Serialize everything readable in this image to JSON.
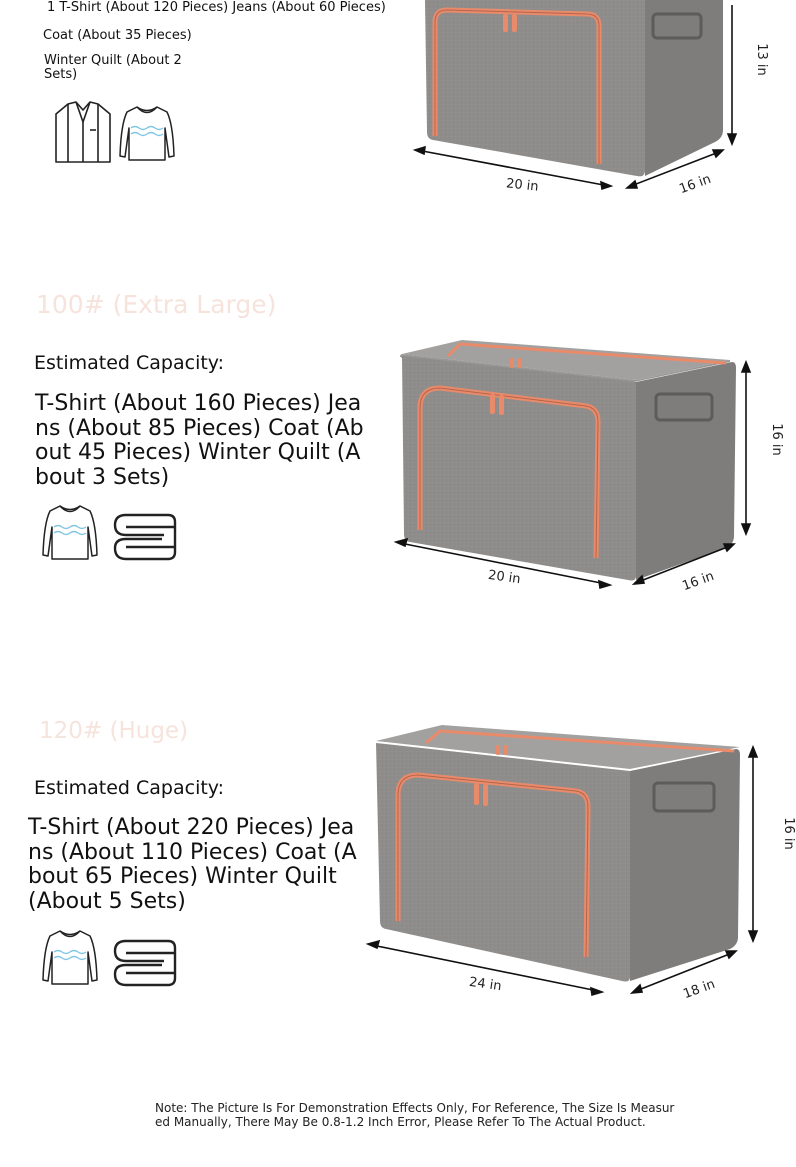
{
  "section1": {
    "capacity_line1": "1 T-Shirt (About 120 Pieces) Jeans (About 60 Pieces)",
    "capacity_line2": "Coat (About 35 Pieces)",
    "capacity_line3": "Winter Quilt (About 2 Sets)",
    "dim_width": "20 in",
    "dim_depth": "16 in",
    "dim_height": "13 in",
    "icons": [
      "shirt-icon",
      "sweater-icon"
    ]
  },
  "section2": {
    "title": "100# (Extra Large)",
    "capacity_label": "Estimated Capacity:",
    "capacity_text": "T-Shirt (About 160 Pieces) Jeans (About 85 Pieces) Coat (About 45 Pieces) Winter Quilt (About 3 Sets)",
    "dim_width": "20 in",
    "dim_depth": "16 in",
    "dim_height": "16 in",
    "icons": [
      "sweater-icon",
      "folded-quilt-icon"
    ]
  },
  "section3": {
    "title": "120# (Huge)",
    "capacity_label": "Estimated Capacity:",
    "capacity_text": "T-Shirt (About 220 Pieces) Jeans (About 110 Pieces) Coat (About 65 Pieces) Winter Quilt (About 5 Sets)",
    "dim_width": "24 in",
    "dim_depth": "18 in",
    "dim_height": "16 in",
    "icons": [
      "sweater-icon",
      "folded-quilt-icon"
    ]
  },
  "note": "Note: The Picture Is For Demonstration Effects Only, For Reference, The Size Is Measured Manually, There May Be 0.8-1.2 Inch Error, Please Refer To The Actual Product.",
  "colors": {
    "box_gray": "#8f8d8b",
    "box_top": "#a3a19f",
    "zipper": "#e98a6b",
    "title_faint": "#f6e3dc"
  }
}
